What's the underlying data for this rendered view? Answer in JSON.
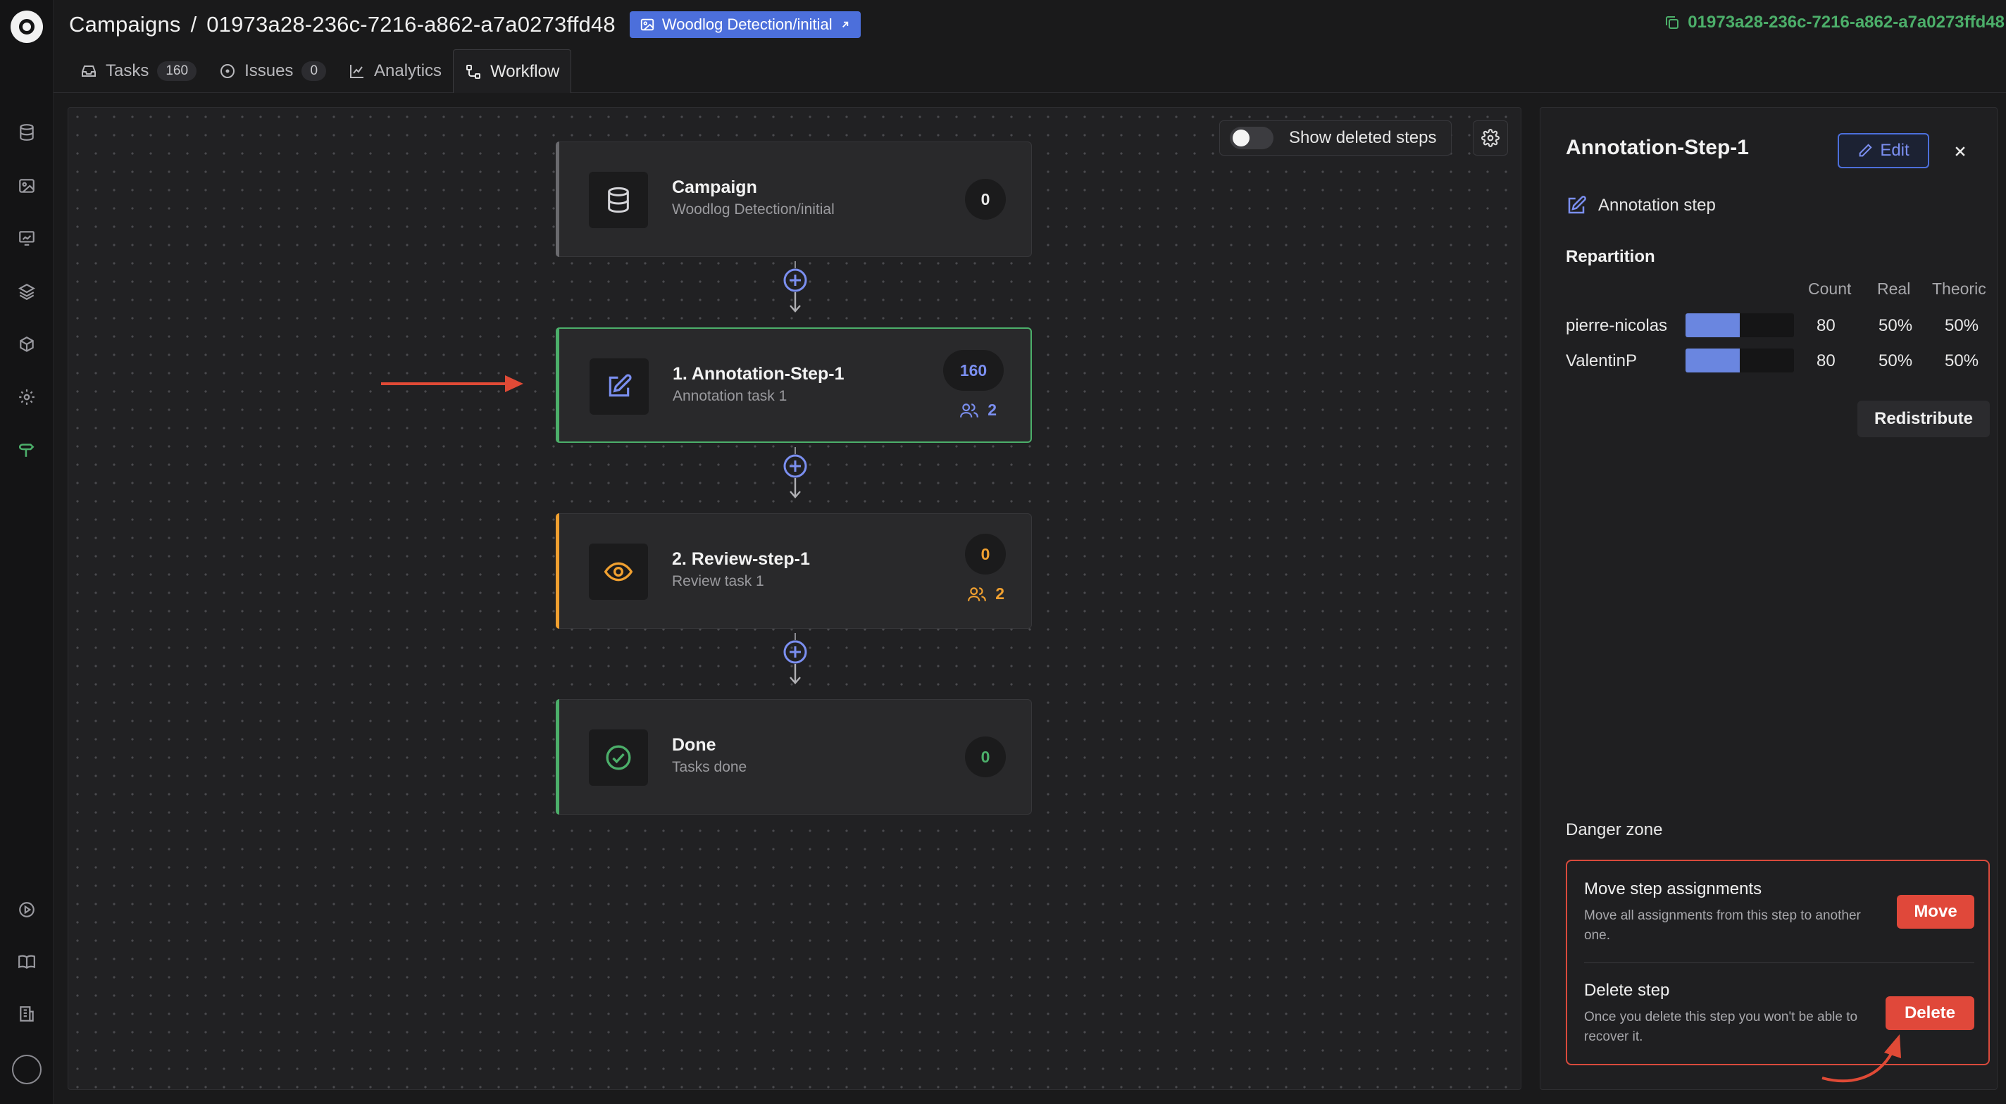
{
  "header": {
    "breadcrumb_root": "Campaigns",
    "breadcrumb_sep": "/",
    "campaign_id": "01973a28-236c-7216-a862-a7a0273ffd48",
    "project_tag": "Woodlog Detection/initial",
    "copy_id": "01973a28-236c-7216-a862-a7a0273ffd48"
  },
  "tabs": [
    {
      "label": "Tasks",
      "count": "160"
    },
    {
      "label": "Issues",
      "count": "0"
    },
    {
      "label": "Analytics"
    },
    {
      "label": "Workflow"
    }
  ],
  "canvas": {
    "show_deleted_label": "Show deleted steps",
    "nodes": [
      {
        "title": "Campaign",
        "subtitle": "Woodlog Detection/initial",
        "count": "0"
      },
      {
        "title": "1. Annotation-Step-1",
        "subtitle": "Annotation task 1",
        "count": "160",
        "users": "2"
      },
      {
        "title": "2. Review-step-1",
        "subtitle": "Review task 1",
        "count": "0",
        "users": "2"
      },
      {
        "title": "Done",
        "subtitle": "Tasks done",
        "count": "0"
      }
    ]
  },
  "panel": {
    "title": "Annotation-Step-1",
    "edit_label": "Edit",
    "step_type": "Annotation step",
    "repartition_label": "Repartition",
    "columns": {
      "count": "Count",
      "real": "Real",
      "theoric": "Theoric"
    },
    "rows": [
      {
        "user": "pierre-nicolas",
        "share": 0.5,
        "count": "80",
        "real": "50%",
        "theoric": "50%"
      },
      {
        "user": "ValentinP",
        "share": 0.5,
        "count": "80",
        "real": "50%",
        "theoric": "50%"
      }
    ],
    "redistribute_label": "Redistribute",
    "danger_zone_label": "Danger zone",
    "move": {
      "title": "Move step assignments",
      "description": "Move all assignments from this step to another one.",
      "button": "Move"
    },
    "delete": {
      "title": "Delete step",
      "description": "Once you delete this step you won't be able to recover it.",
      "button": "Delete"
    }
  },
  "colors": {
    "accent": "#4c6fdb",
    "success": "#4caf6a",
    "warning": "#f0a030",
    "danger": "#e0483a",
    "annotation": "#7b8ff0"
  },
  "icons": {
    "rail": [
      "datasets-icon",
      "images-icon",
      "models-icon",
      "layers-icon",
      "deployments-icon",
      "settings-icon",
      "campaigns-icon",
      "play-icon",
      "docs-icon",
      "organization-icon"
    ]
  }
}
